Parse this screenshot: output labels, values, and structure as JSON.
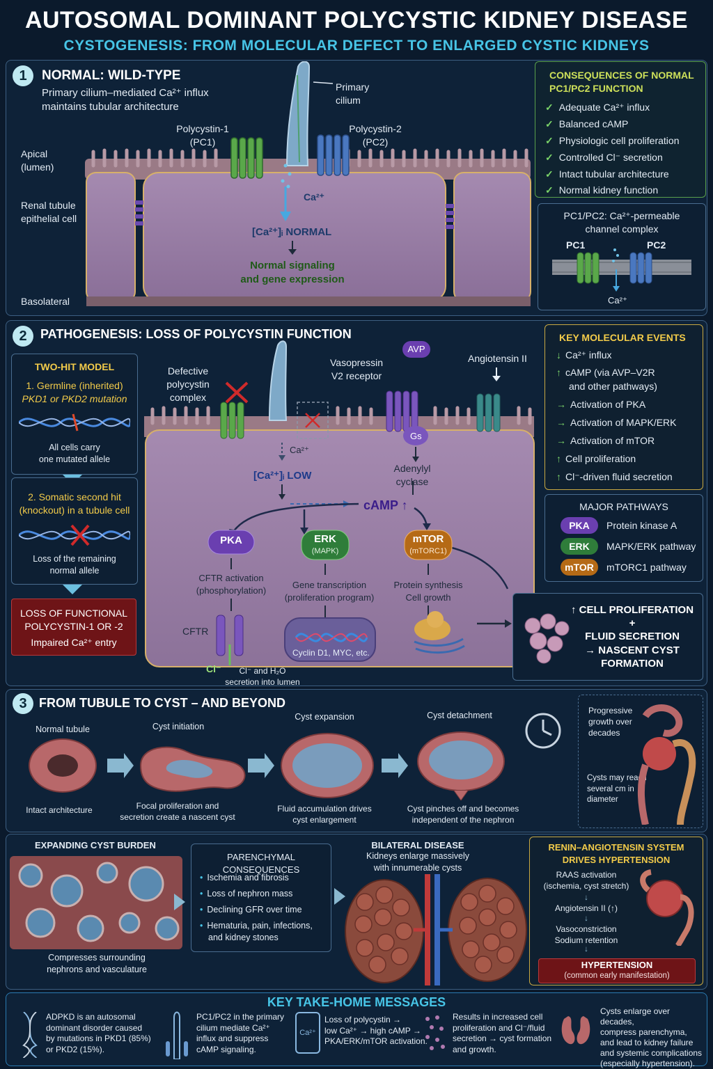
{
  "header": {
    "title": "AUTOSOMAL DOMINANT POLYCYSTIC KIDNEY DISEASE",
    "subtitle": "CYSTOGENESIS: FROM MOLECULAR DEFECT TO ENLARGED CYSTIC KIDNEYS"
  },
  "s1": {
    "num": "1",
    "title": "NORMAL: WILD-TYPE",
    "desc": [
      "Primary cilium–mediated Ca²⁺ influx",
      "maintains tubular architecture"
    ],
    "labels": {
      "apical": [
        "Apical",
        "(lumen)"
      ],
      "renal": [
        "Renal tubule",
        "epithelial cell"
      ],
      "basolateral": "Basolateral",
      "pc1": [
        "Polycystin-1",
        "(PC1)"
      ],
      "pc2": [
        "Polycystin-2",
        "(PC2)"
      ],
      "cilium": [
        "Primary",
        "cilium"
      ],
      "ca": "Ca²⁺",
      "normal": "[Ca²⁺]ᵢ NORMAL",
      "signal": [
        "Normal signaling",
        "and gene expression"
      ]
    },
    "consequences": {
      "title": [
        "CONSEQUENCES OF NORMAL",
        "PC1/PC2 FUNCTION"
      ],
      "items": [
        "Adequate Ca²⁺ influx",
        "Balanced cAMP",
        "Physiologic cell proliferation",
        "Controlled Cl⁻ secretion",
        "Intact tubular architecture",
        "Normal kidney function"
      ]
    },
    "channel": {
      "title": [
        "PC1/PC2: Ca²⁺-permeable",
        "channel complex"
      ],
      "pc1": "PC1",
      "pc2": "PC2",
      "ca": "Ca²⁺"
    }
  },
  "s2": {
    "num": "2",
    "title": "PATHOGENESIS: LOSS OF POLYCYSTIN FUNCTION",
    "twohit": {
      "title": "TWO-HIT MODEL",
      "hit1": [
        "1. Germline (inherited)",
        "PKD1 or PKD2 mutation"
      ],
      "hit1note": [
        "All cells carry",
        "one mutated allele"
      ],
      "hit2": [
        "2. Somatic second hit",
        "(knockout) in a tubule cell"
      ],
      "hit2note": [
        "Loss of the remaining",
        "normal allele"
      ]
    },
    "loss": {
      "line1": "LOSS OF FUNCTIONAL",
      "line2": "POLYCYSTIN-1 OR -2",
      "line3": "Impaired Ca²⁺ entry"
    },
    "labels": {
      "defective": [
        "Defective",
        "polycystin",
        "complex"
      ],
      "vaso": [
        "Vasopressin",
        "V2 receptor"
      ],
      "avp": "AVP",
      "ang": "Angiotensin II",
      "gs": "Gs",
      "adenylyl": [
        "Adenylyl",
        "cyclase"
      ],
      "ca": "Ca²⁺",
      "low": "[Ca²⁺]ᵢ LOW",
      "camp": "cAMP ↑",
      "pka": "PKA",
      "erk": "ERK",
      "erksub": "(MAPK)",
      "mtor": "mTOR",
      "mtorsub": "(mTORC1)",
      "cftr_act": [
        "CFTR activation",
        "(phosphorylation)"
      ],
      "gene": [
        "Gene transcription",
        "(proliferation program)"
      ],
      "protein": [
        "Protein synthesis",
        "Cell growth"
      ],
      "cftr": "CFTR",
      "cyclin": "Cyclin D1, MYC, etc.",
      "cl": "Cl⁻",
      "clsec": [
        "Cl⁻ and H₂O",
        "secretion into lumen"
      ]
    },
    "events": {
      "title": "KEY MOLECULAR EVENTS",
      "items": [
        [
          "↓",
          "Ca²⁺ influx"
        ],
        [
          "↑",
          "cAMP (via AVP–V2R"
        ],
        [
          "",
          "and other pathways)"
        ],
        [
          "→",
          "Activation of PKA"
        ],
        [
          "→",
          "Activation of MAPK/ERK"
        ],
        [
          "→",
          "Activation of mTOR"
        ],
        [
          "↑",
          "Cell proliferation"
        ],
        [
          "↑",
          "Cl⁻-driven fluid secretion"
        ]
      ]
    },
    "pathways": {
      "title": "MAJOR PATHWAYS",
      "items": [
        {
          "pill": "PKA",
          "desc": "Protein kinase A",
          "color": "#6a3fb0"
        },
        {
          "pill": "ERK",
          "desc": "MAPK/ERK pathway",
          "color": "#2f7d3a"
        },
        {
          "pill": "mTOR",
          "desc": "mTORC1 pathway",
          "color": "#b56a16"
        }
      ]
    },
    "outcome": [
      "↑ CELL PROLIFERATION",
      "+",
      "FLUID SECRETION",
      "→ NASCENT CYST",
      "FORMATION"
    ]
  },
  "s3": {
    "num": "3",
    "title": "FROM TUBULE TO CYST – AND BEYOND",
    "stages": [
      {
        "label": "Normal tubule",
        "caption": [
          "Intact architecture"
        ]
      },
      {
        "label": "Cyst initiation",
        "caption": [
          "Focal proliferation and",
          "secretion create a nascent cyst"
        ]
      },
      {
        "label": "Cyst expansion",
        "caption": [
          "Fluid accumulation drives",
          "cyst enlargement"
        ]
      },
      {
        "label": "Cyst detachment",
        "caption": [
          "Cyst pinches off and becomes",
          "independent of the nephron"
        ]
      }
    ],
    "progressive": [
      "Progressive",
      "growth over",
      "decades"
    ],
    "reach": [
      "Cysts may reach",
      "several cm in",
      "diameter"
    ]
  },
  "s4": {
    "burden": {
      "title": "EXPANDING CYST BURDEN",
      "caption": [
        "Compresses surrounding",
        "nephrons and vasculature"
      ]
    },
    "parenchymal": {
      "title": "PARENCHYMAL CONSEQUENCES",
      "items": [
        [
          "Ischemia and fibrosis"
        ],
        [
          "Loss of nephron mass"
        ],
        [
          "Declining GFR over time"
        ],
        [
          "Hematuria, pain, infections,",
          "and kidney stones"
        ]
      ]
    },
    "bilateral": {
      "title": "BILATERAL DISEASE",
      "sub": [
        "Kidneys enlarge massively",
        "with innumerable cysts"
      ]
    },
    "raas": {
      "title": [
        "RENIN–ANGIOTENSIN SYSTEM",
        "DRIVES HYPERTENSION"
      ],
      "steps": [
        [
          "RAAS activation",
          "(ischemia, cyst stretch)"
        ],
        [
          "Angiotensin II (↑)"
        ],
        [
          "Vasoconstriction",
          "Sodium retention"
        ]
      ],
      "ht": "HYPERTENSION",
      "htsub": "(common early manifestation)"
    }
  },
  "takehome": {
    "title": "KEY TAKE-HOME MESSAGES",
    "items": [
      [
        "ADPKD is an autosomal",
        "dominant disorder caused",
        "by mutations in PKD1 (85%)",
        "or PKD2 (15%)."
      ],
      [
        "PC1/PC2 in the primary",
        "cilium mediate Ca²⁺",
        "influx and suppress",
        "cAMP signaling."
      ],
      [
        "Loss of polycystin →",
        "low Ca²⁺ → high cAMP →",
        "PKA/ERK/mTOR activation."
      ],
      [
        "Results in increased cell",
        "proliferation and Cl⁻/fluid",
        "secretion → cyst formation",
        "and growth."
      ],
      [
        "Cysts enlarge over decades,",
        "compress parenchyma,",
        "and lead to kidney failure",
        "and systemic complications",
        "(especially hypertension)."
      ]
    ]
  },
  "colors": {
    "accent": "#47c4e6",
    "check": "#7cd66a",
    "warn": "#f2cb4a",
    "danger": "#6e1417",
    "pc1": "#5aa84a",
    "pc2": "#4a78c0",
    "cell": "#b49ab8"
  }
}
